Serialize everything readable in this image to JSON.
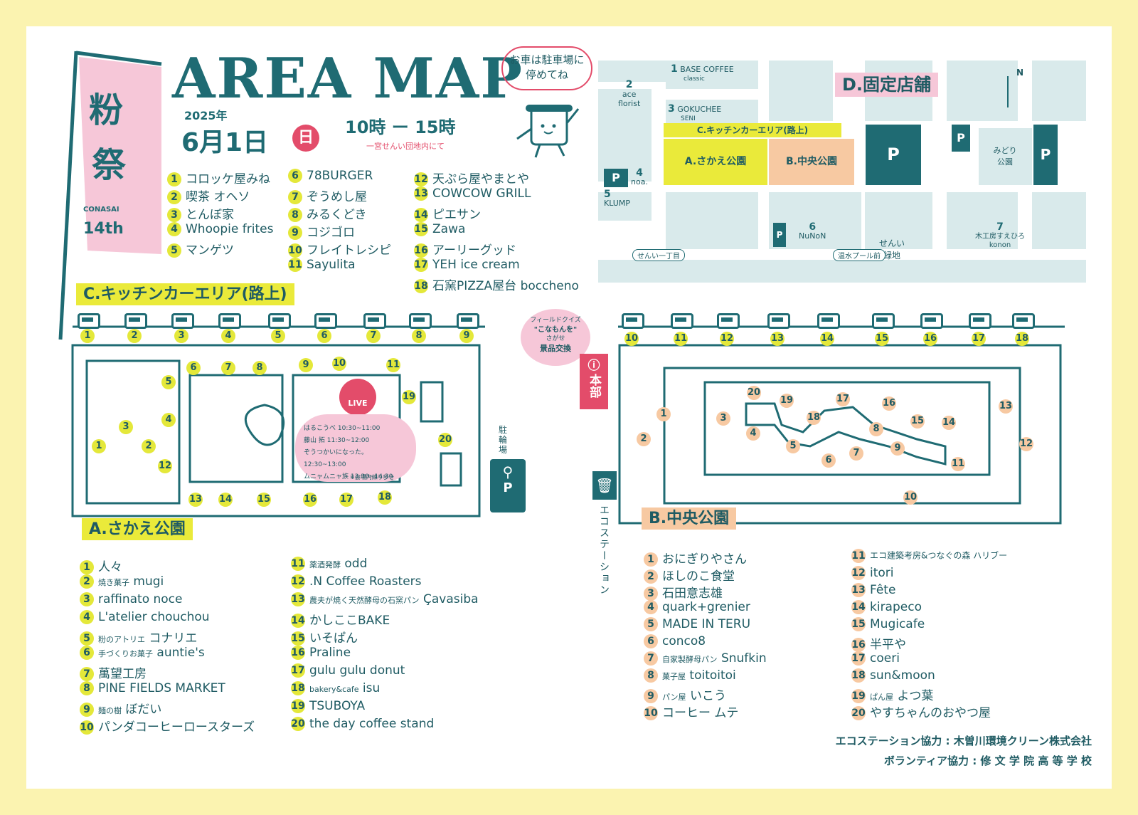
{
  "title": "AREA MAP",
  "festival": {
    "name_line1": "粉",
    "name_line2": "祭",
    "romaji": "CONASAI",
    "edition": "14th"
  },
  "date": {
    "year": "2025年",
    "day": "6月1日",
    "weekday": "日",
    "time": "10時 ー 15時",
    "venue": "一宮せんい団地内にて"
  },
  "parking_bubble": {
    "line1": "お車は駐車場に",
    "line2": "停めてね"
  },
  "kitchen_car_label": "C.キッチンカーエリア(路上)",
  "kitchen_car_list": {
    "col1": [
      {
        "n": "1",
        "name": "コロッケ屋みね"
      },
      {
        "n": "2",
        "name": "喫茶 オヘソ"
      },
      {
        "n": "3",
        "name": "とんぼ家"
      },
      {
        "n": "4",
        "name": "Whoopie frites"
      },
      {
        "n": "5",
        "name": "マンゲツ"
      }
    ],
    "col2": [
      {
        "n": "6",
        "name": "78BURGER"
      },
      {
        "n": "7",
        "name": "ぞうめし屋"
      },
      {
        "n": "8",
        "name": "みるくどき"
      },
      {
        "n": "9",
        "name": "コジゴロ"
      },
      {
        "n": "10",
        "name": "フレイトレシピ"
      },
      {
        "n": "11",
        "name": "Sayulita"
      }
    ],
    "col3": [
      {
        "n": "12",
        "name": "天ぷら屋やまとや"
      },
      {
        "n": "13",
        "name": "COWCOW GRILL"
      },
      {
        "n": "14",
        "name": "ピエサン"
      },
      {
        "n": "15",
        "name": "Zawa"
      },
      {
        "n": "16",
        "name": "アーリーグッド"
      },
      {
        "n": "17",
        "name": "YEH ice cream"
      },
      {
        "n": "18",
        "name": "石窯PIZZA屋台 boccheno"
      }
    ]
  },
  "overview": {
    "d_label": "D.固定店舗",
    "shops": [
      {
        "n": "1",
        "name": "BASE COFFEE",
        "sub": "classic"
      },
      {
        "n": "2",
        "name": "ace",
        "sub": "florist"
      },
      {
        "n": "3",
        "name": "GOKUCHEE",
        "sub": "SENI"
      },
      {
        "n": "4",
        "name": "noa."
      },
      {
        "n": "5",
        "name": "KLUMP"
      },
      {
        "n": "6",
        "name": "NuNoN"
      },
      {
        "n": "7",
        "name": "木工房すえひろ",
        "sub": "konon"
      }
    ],
    "kitchen_car": "C.キッチンカーエリア(路上)",
    "sakae": "A.さかえ公園",
    "chuo": "B.中央公園",
    "midori": "みどり公園",
    "senryoku": "せんい緑地",
    "street1": "せんい一丁目",
    "street2": "温水プール前",
    "north": "N",
    "parking": "P"
  },
  "field_quiz": {
    "line1": "フィールドクイズ",
    "line2": "\"こなもんを\"",
    "line3": "さがせ",
    "line4": "景品交換"
  },
  "honbu": "本部",
  "eco_station": "エコステーション",
  "bicycle": "駐輪場",
  "live": {
    "label": "LIVE",
    "schedule": [
      {
        "who": "はるこうべ",
        "time": "10:30~11:00"
      },
      {
        "who": "藤山 拓",
        "time": "11:30~12:00"
      },
      {
        "who": "ぞうつかいになった。",
        "time": "12:30~13:00"
      },
      {
        "who": "ムニャムニャ族",
        "time": "13:30~14:30"
      }
    ],
    "note": "※会場内練り歩き"
  },
  "park_a": {
    "label": "A.さかえ公園",
    "col1": [
      {
        "n": "1",
        "name": "人々"
      },
      {
        "n": "2",
        "pre": "焼き菓子",
        "name": "mugi"
      },
      {
        "n": "3",
        "name": "raffinato noce"
      },
      {
        "n": "4",
        "name": "L'atelier chouchou"
      },
      {
        "n": "5",
        "pre": "粉のアトリエ",
        "name": "コナリエ"
      },
      {
        "n": "6",
        "pre": "手づくりお菓子",
        "name": "auntie's"
      },
      {
        "n": "7",
        "name": "萬望工房"
      },
      {
        "n": "8",
        "name": "PINE FIELDS MARKET"
      },
      {
        "n": "9",
        "pre": "麺の樹",
        "name": "ぼだい"
      },
      {
        "n": "10",
        "name": "パンダコーヒーロースターズ"
      }
    ],
    "col2": [
      {
        "n": "11",
        "pre": "薬酒発酵",
        "name": "odd"
      },
      {
        "n": "12",
        "name": ".N Coffee Roasters"
      },
      {
        "n": "13",
        "pre": "農夫が焼く天然酵母の石窯パン",
        "name": "Çavasiba"
      },
      {
        "n": "14",
        "name": "かしここBAKE"
      },
      {
        "n": "15",
        "name": "いそぱん"
      },
      {
        "n": "16",
        "name": "Praline"
      },
      {
        "n": "17",
        "name": "gulu gulu donut"
      },
      {
        "n": "18",
        "pre": "bakery&cafe",
        "name": "isu"
      },
      {
        "n": "19",
        "name": "TSUBOYA"
      },
      {
        "n": "20",
        "name": "the day coffee stand"
      }
    ]
  },
  "park_b": {
    "label": "B.中央公園",
    "col1": [
      {
        "n": "1",
        "name": "おにぎりやさん"
      },
      {
        "n": "2",
        "name": "ほしのこ食堂"
      },
      {
        "n": "3",
        "name": "石田意志雄"
      },
      {
        "n": "4",
        "name": "quark+grenier"
      },
      {
        "n": "5",
        "name": "MADE IN TERU"
      },
      {
        "n": "6",
        "name": "conco8"
      },
      {
        "n": "7",
        "pre": "自家製酵母パン",
        "name": "Snufkin"
      },
      {
        "n": "8",
        "pre": "菓子屋",
        "name": "toitoitoi"
      },
      {
        "n": "9",
        "pre": "パン屋",
        "name": "いこう"
      },
      {
        "n": "10",
        "name": "コーヒー ムテ"
      }
    ],
    "col2": [
      {
        "n": "11",
        "name": "エコ建築考房&つなぐの森 ハリブー"
      },
      {
        "n": "12",
        "name": "itori"
      },
      {
        "n": "13",
        "name": "Fête"
      },
      {
        "n": "14",
        "name": "kirapeco"
      },
      {
        "n": "15",
        "name": "Mugicafe"
      },
      {
        "n": "16",
        "name": "半平や"
      },
      {
        "n": "17",
        "name": "coeri"
      },
      {
        "n": "18",
        "name": "sun&moon"
      },
      {
        "n": "19",
        "pre": "ぱん屋",
        "name": "よつ葉"
      },
      {
        "n": "20",
        "name": "やすちゃんのおやつ屋"
      }
    ]
  },
  "credits": {
    "eco": "エコステーション協力 : 木曽川環境クリーン株式会社",
    "volunteer": "ボランティア協力 : 修 文 学 院 高 等 学 校"
  },
  "colors": {
    "teal": "#1f6b73",
    "yellow": "#e4e83a",
    "pink": "#f6c7d8",
    "orange": "#f7c9a2",
    "background": "#fbf3b0"
  }
}
